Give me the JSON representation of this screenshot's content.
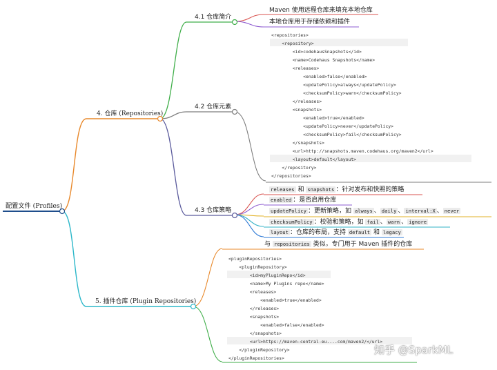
{
  "root": {
    "label": "配置文件 (Profiles)"
  },
  "branches": {
    "repositories": {
      "label": "4. 仓库 (Repositories)"
    },
    "plugin_repositories": {
      "label": "5. 插件仓库 (Plugin Repositories)"
    }
  },
  "subtopics": {
    "intro": {
      "label": "4.1 仓库简介"
    },
    "elements": {
      "label": "4.2 仓库元素"
    },
    "policy": {
      "label": "4.3 仓库策略"
    }
  },
  "intro_notes": [
    "Maven 使用远程仓库来填充本地仓库",
    "本地仓库用于存储依赖和插件"
  ],
  "repository_xml": [
    "<repositories>",
    "    <repository>",
    "        <id>codehausSnapshots</id>",
    "        <name>Codehaus Snapshots</name>",
    "        <releases>",
    "            <enabled>false</enabled>",
    "            <updatePolicy>always</updatePolicy>",
    "            <checksumPolicy>warn</checksumPolicy>",
    "        </releases>",
    "        <snapshots>",
    "            <enabled>true</enabled>",
    "            <updatePolicy>never</updatePolicy>",
    "            <checksumPolicy>fail</checksumPolicy>",
    "        </snapshots>",
    "        <url>http://snapshots.maven.codehaus.org/maven2</url>",
    "        <layout>default</layout>",
    "    </repository>",
    "</repositories>"
  ],
  "policy_notes": {
    "releases_snapshots": {
      "code1": "releases",
      "sep1": " 和 ",
      "code2": "snapshots",
      "text": "：针对发布和快照的策略"
    },
    "enabled": {
      "code1": "enabled",
      "text": "：是否启用仓库"
    },
    "update_policy": {
      "code1": "updatePolicy",
      "text": "：更新策略，如 ",
      "code2": "always",
      "sep2": "、",
      "code3": "daily",
      "sep3": "、",
      "code4": "interval:X",
      "sep4": "、",
      "code5": "never"
    },
    "checksum_policy": {
      "code1": "checksumPolicy",
      "text": "：校验和策略，如 ",
      "code2": "fail",
      "sep2": "、",
      "code3": "warn",
      "sep3": "、",
      "code4": "ignore"
    },
    "layout": {
      "code1": "layout",
      "text": "：仓库的布局，支持 ",
      "code2": "default",
      "sep2": " 和 ",
      "code3": "legacy"
    }
  },
  "plugin_note": {
    "prefix": "与 ",
    "code1": "repositories",
    "text": " 类似，专门用于 Maven 插件的仓库"
  },
  "plugin_xml": [
    "<pluginRepositories>",
    "    <pluginRepository>",
    "        <id>myPluginRepo</id>",
    "        <name>My Plugins repo</name>",
    "        <releases>",
    "            <enabled>true</enabled>",
    "        </releases>",
    "        <snapshots>",
    "            <enabled>false</enabled>",
    "        </snapshots>",
    "        <url>https://maven-central-eu....com/maven2/</url>",
    "    </pluginRepository>",
    "</pluginRepositories>"
  ],
  "watermark": "知乎 @SparkML",
  "colors": {
    "root": "#1f4e8c",
    "repositories_branch": "#e8882a",
    "plugin_branch": "#2bb7c9",
    "intro_branch": "#3fae49",
    "elements_branch": "#7d7d7d",
    "policy_branch": "#5a5a9c",
    "leaf_red": "#d9534f",
    "leaf_purple": "#8e5bd0",
    "leaf_gold": "#e2b227",
    "leaf_teal": "#2fb0c6",
    "leaf_blue": "#2f7bd6",
    "plugin_leaf_orange": "#e8882a",
    "plugin_xml_green": "#3fae49"
  }
}
